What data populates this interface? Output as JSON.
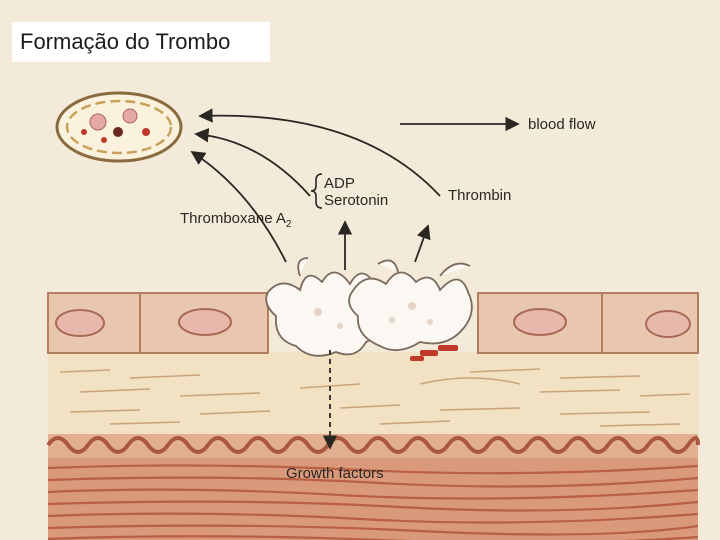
{
  "title": "Formação do Trombo",
  "labels": {
    "blood_flow": "blood flow",
    "adp": "ADP",
    "serotonin": "Serotonin",
    "thrombin": "Thrombin",
    "thromboxane": "Thromboxane A",
    "thromboxane_sub": "2",
    "growth_factors": "Growth factors"
  },
  "colors": {
    "background": "#f4ead9",
    "endothelium": "#e9c7ae",
    "nucleus": "#e8b8ad",
    "intima": "#f2e1c2",
    "elastic": "#c98a66",
    "media": "#d9997a",
    "muscle": "#b85f44",
    "platelet": "#fbf7f2",
    "rbc": "#c0392b"
  },
  "icons": [
    "platelet-icon",
    "arrow-icon"
  ]
}
